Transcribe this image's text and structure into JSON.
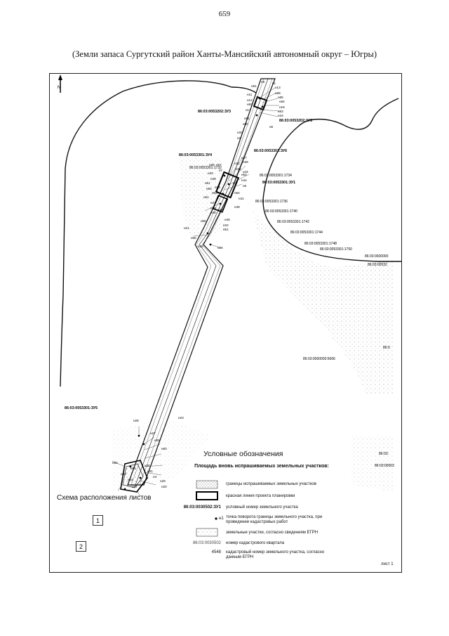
{
  "page_number": "659",
  "doc_title": "(Земли запаса Сургутский район Ханты-Мансийский автономный округ – Югры)",
  "map": {
    "north_arrow_label": "N",
    "parcel_labels": {
      "zu3": "86:03:0053202:ЗУ3",
      "zu3_right": "86:03:0053202:ЗУ3",
      "zu4": "86:03:0053301:ЗУ4",
      "zu6": "86:03:0053301:ЗУ6",
      "zu1": "86:03:0053301:ЗУ1",
      "zu5": "86:03:0053301:ЗУ5",
      "p1732": "86:03:0053301:1732",
      "p1734": "86:03:0053301:1734",
      "p1736": "86:03:0053301:1736",
      "p1740": "86:03:0053301:1740",
      "p1742": "86:03:0053301:1742",
      "p1744": "86:03:0053301:1744",
      "p1748": "86:03:0053301:1748",
      "p1750": "86:03:0053301:1750",
      "quarter_right_1": "86:03:0000000",
      "quarter_right_2": "86:03:00532",
      "quarter_right_3": "86:0",
      "quarter_mid": "86:03:0000000:5666",
      "quarter_low_1": "86:03:",
      "quarter_low_2": "86:03:00003"
    },
    "point_labels": [
      "н9",
      "н1",
      "н91",
      "н13",
      "н88",
      "н85",
      "н84",
      "н11",
      "н12",
      "н18",
      "н83",
      "н82",
      "н17",
      "н16",
      "н6",
      "н81",
      "н80",
      "н33",
      "н3",
      "н31",
      "н36",
      "н37",
      "н39",
      "н4",
      "н5",
      "н44",
      "н35",
      "н7",
      "н33",
      "н38",
      "н61",
      "н50",
      "н53",
      "н51",
      "н52",
      "н41",
      "н48",
      "н47",
      "н58",
      "н26",
      "н40",
      "н54",
      "н49",
      "н44",
      "н57",
      "н51",
      "н46",
      "н22",
      "н21",
      "н56",
      "н55",
      "н25",
      "н24",
      "н23",
      "н28",
      "н27",
      "н65",
      "н60",
      "н62",
      "н61",
      "н59",
      "н64",
      "н67",
      "н30",
      "н31",
      "н4",
      "н29",
      "н20"
    ]
  },
  "legend": {
    "title": "Условные обозначения",
    "subtitle": "Площадь вновь испрашиваемых земельных участков:",
    "items": [
      {
        "text": "границы испрашиваемых земельных участков"
      },
      {
        "text": "красная линия проекта планировки"
      },
      {
        "sample": "86:03:0030502:ЗУ1",
        "text": "условный номер земельного участка"
      },
      {
        "sample": "н1",
        "text": "точка поворота границы земельного участка, при проведении кадастровых работ"
      },
      {
        "text": "земельные участки, согласно сведениям ЕГРН"
      },
      {
        "sample": "86:03:0030502",
        "text": "номер кадастрового квартала"
      },
      {
        "sample": "4548",
        "text": "кадастровый номер земельного участка, согласно данным ЕГРН"
      }
    ]
  },
  "sheet_scheme": {
    "title": "Схема расположения листов",
    "sheet1": "1",
    "sheet2": "2"
  },
  "sheet_label": "лист 1"
}
